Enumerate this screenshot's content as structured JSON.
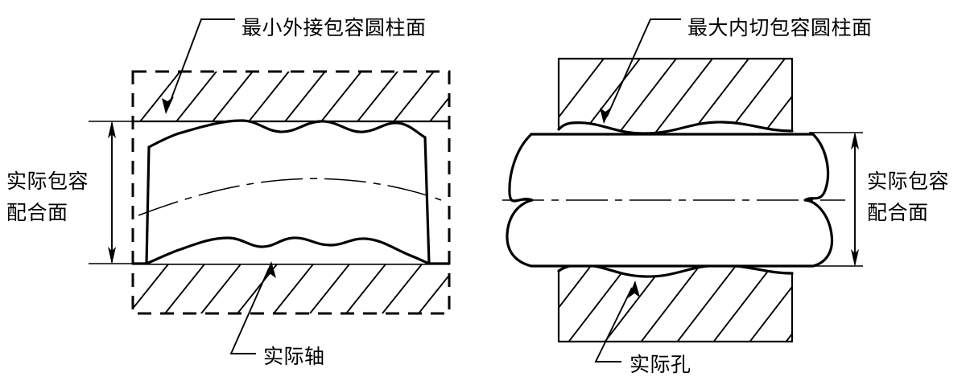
{
  "figure": {
    "title_note": "",
    "background_color": "#ffffff",
    "line_color": "#000000"
  },
  "left_diagram": {
    "name": "shaft-envelope-diagram",
    "callout_top": "最小外接包容圆柱面",
    "callout_bottom": "实际轴",
    "dimension_label_line1": "实际包容",
    "dimension_label_line2": "配合面"
  },
  "right_diagram": {
    "name": "hole-envelope-diagram",
    "callout_top": "最大内切包容圆柱面",
    "callout_bottom": "实际孔",
    "dimension_label_line1": "实际包容",
    "dimension_label_line2": "配合面"
  }
}
